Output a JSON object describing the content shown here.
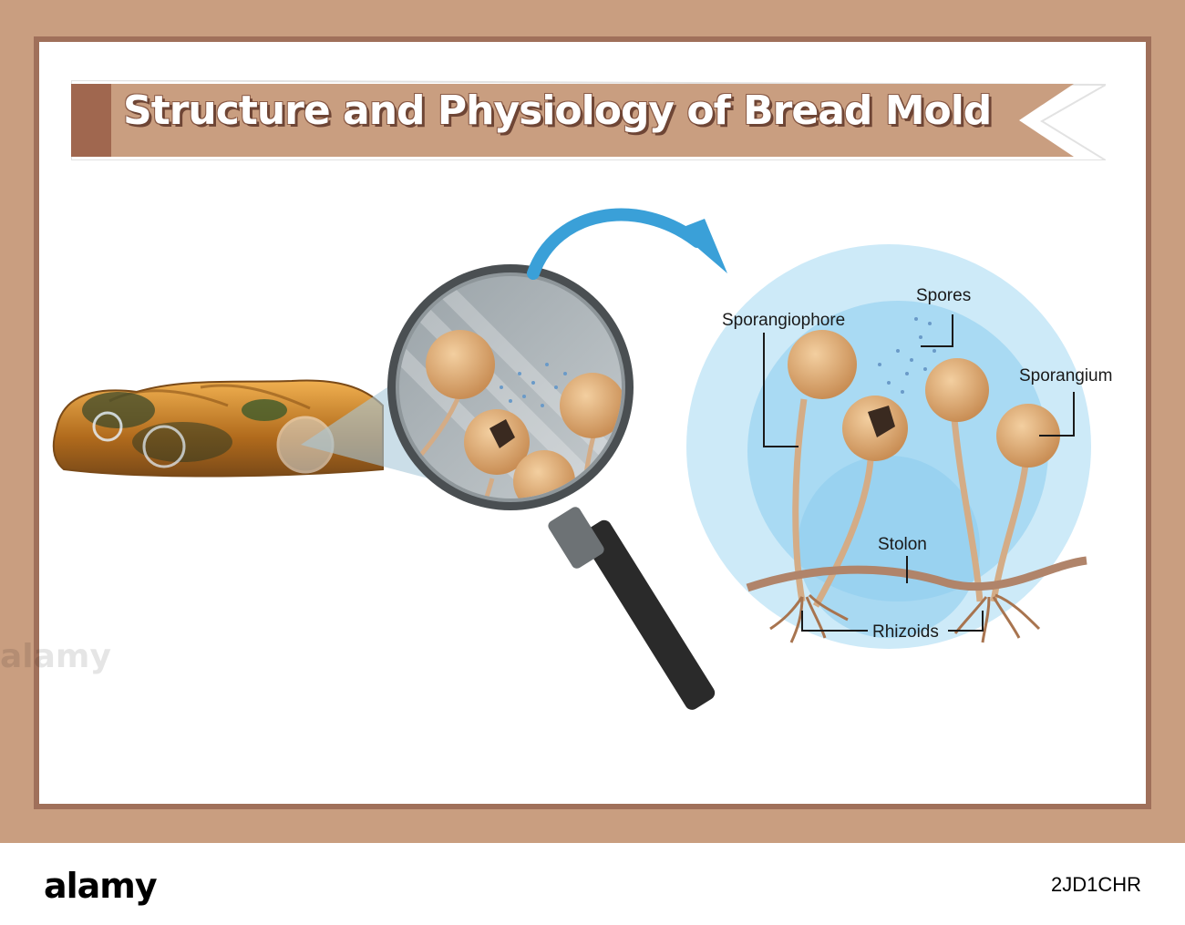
{
  "title": "Structure and Physiology of Bread Mold",
  "labels": {
    "sporangiophore": "Sporangiophore",
    "spores": "Spores",
    "sporangium": "Sporangium",
    "stolon": "Stolon",
    "rhizoids": "Rhizoids"
  },
  "footer": {
    "brand": "alamy",
    "image_id": "2JD1CHR",
    "watermark": "alamy"
  },
  "colors": {
    "frame": "#c99e80",
    "frame_border": "#a0705a",
    "banner": "#c99e80",
    "arrow": "#3aa0d8",
    "circle_outer": "#cdeaf8",
    "circle_inner": "#a9daf3",
    "sporangium": "#d9a873",
    "stalk": "#d4ac86"
  },
  "icons": [
    "magnifying-glass-icon",
    "curved-arrow-icon"
  ]
}
